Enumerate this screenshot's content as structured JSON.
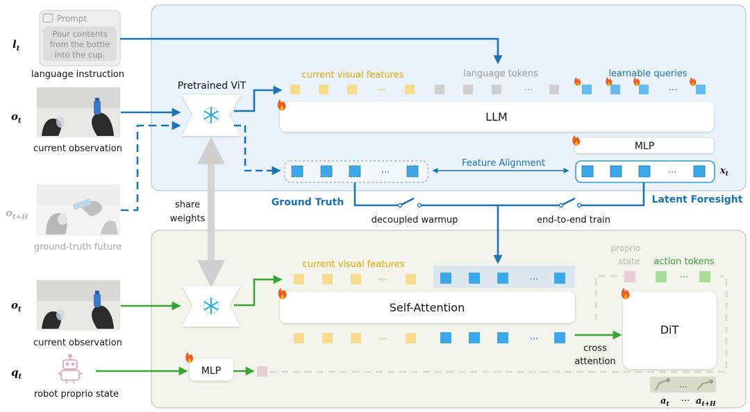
{
  "inputs": {
    "prompt_header": "Prompt",
    "prompt_line1": "Pour contents",
    "prompt_line2": "from the bottle",
    "prompt_line3": "into the cup.",
    "l_sym": "l",
    "l_sub": "t",
    "lang_caption": "language instruction",
    "o_sym": "o",
    "o_sub": "t",
    "obs_caption": "current observation",
    "oh_sym": "o",
    "oh_sub": "t+H",
    "future_caption": "ground-truth future",
    "o2_sym": "o",
    "o2_sub": "t",
    "obs2_caption": "current observation",
    "q_sym": "q",
    "q_sub": "t",
    "proprio_caption": "robot proprio state"
  },
  "top": {
    "vit_title": "Pretrained ViT",
    "visual_features": "current visual features",
    "language_tokens": "language tokens",
    "learnable_queries": "learnable queries",
    "llm": "LLM",
    "mlp": "MLP",
    "feature_alignment": "Feature Alignment",
    "ground_truth": "Ground Truth",
    "latent_foresight": "Latent Foresight",
    "x_sym": "x",
    "x_sub": "t",
    "ellipsis": "···",
    "decoupled": "decoupled warmup",
    "end_to_end": "end-to-end train"
  },
  "middle": {
    "share1": "share",
    "share2": "weights"
  },
  "bottom": {
    "visual_features": "current visual features",
    "self_attention": "Self-Attention",
    "proprio1": "proprio",
    "proprio2": "state",
    "action_tokens": "action tokens",
    "dit": "DiT",
    "cross1": "cross",
    "cross2": "attention",
    "mlp": "MLP",
    "a_sym": "a",
    "a_sub": "t",
    "ah_sym": "a",
    "ah_sub": "t+H",
    "ellipsis": "···"
  },
  "colors": {
    "blue": "#1a73b5",
    "green": "#3aa335",
    "yellow_token": "#f6dc8c",
    "gray_token": "#cfcfcf",
    "blue_token": "#3aa8ea",
    "green_token": "#a6dd97",
    "pink_token": "#e9cdd7",
    "orange_text": "#e0a800",
    "top_panel": "#eaf3fa",
    "bottom_panel": "#f3f4ec"
  }
}
